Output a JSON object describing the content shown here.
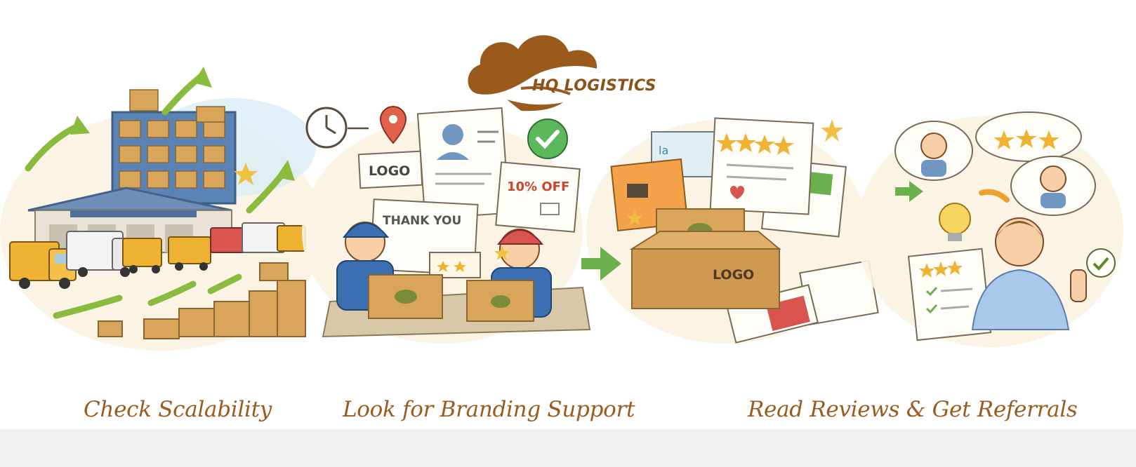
{
  "logo": {
    "text": "HQ LOGISTICS",
    "color": "#8c5319"
  },
  "panels": [
    {
      "id": "scalability",
      "caption": "Check Scalability",
      "icons": [
        "warehouse-icon",
        "truck-icon",
        "box-icon",
        "growth-arrow-icon"
      ]
    },
    {
      "id": "branding",
      "caption": "Look for Branding Support",
      "labels": {
        "logo_card": "LOGO",
        "discount_card": "10% OFF",
        "thank_you_card": "THANK YOU"
      },
      "icons": [
        "clock-icon",
        "location-pin-icon",
        "profile-card-icon",
        "checkmark-icon",
        "worker-icon",
        "box-icon"
      ]
    },
    {
      "id": "packaging",
      "caption": "",
      "labels": {
        "box_logo": "LOGO"
      },
      "icons": [
        "arrow-right-icon",
        "brochure-icon",
        "star-rating-icon",
        "open-box-icon"
      ]
    },
    {
      "id": "reviews",
      "caption": "Read Reviews & Get Referrals",
      "icons": [
        "person-icon",
        "speech-bubble-icon",
        "star-icon",
        "lightbulb-icon",
        "checklist-icon",
        "thumbs-up-icon"
      ]
    }
  ],
  "colors": {
    "caption": "#9b5a1e",
    "accent_green": "#7cb342",
    "box": "#d9a55a",
    "truck": "#f0b233"
  }
}
